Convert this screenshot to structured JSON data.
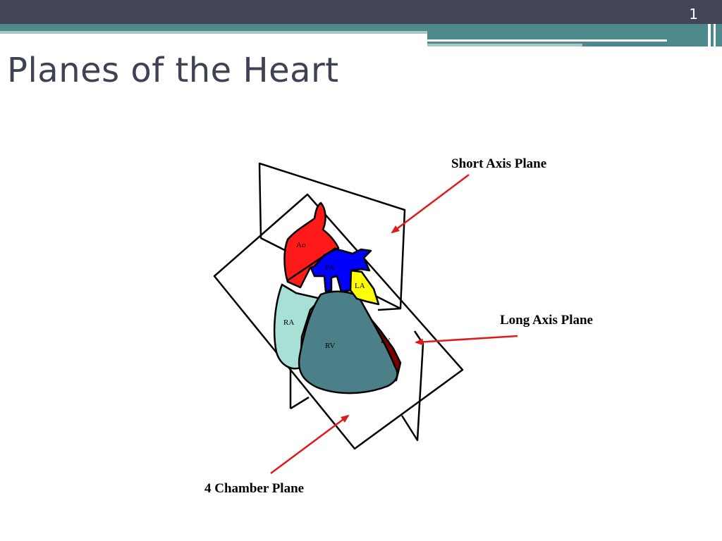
{
  "slide": {
    "number": "1",
    "title": "Planes of the Heart"
  },
  "colors": {
    "header_dark": "#424558",
    "header_teal": "#4e8a8c",
    "header_light": "#a9c6c8",
    "aorta": "#ff1a1a",
    "pulmonary_artery": "#0000ff",
    "left_atrium": "#ffff00",
    "right_atrium": "#a8e0d6",
    "right_ventricle": "#4b8089",
    "left_ventricle": "#7d0000",
    "arrow": "#e01a1a",
    "plane_outline": "#000000"
  },
  "diagram": {
    "structures": {
      "ao": "Ao",
      "pa": "PA",
      "la": "LA",
      "ra": "RA",
      "rv": "RV",
      "lv": "LV"
    },
    "callouts": {
      "short_axis": "Short Axis Plane",
      "long_axis": "Long Axis Plane",
      "four_chamber": "4 Chamber Plane"
    }
  }
}
